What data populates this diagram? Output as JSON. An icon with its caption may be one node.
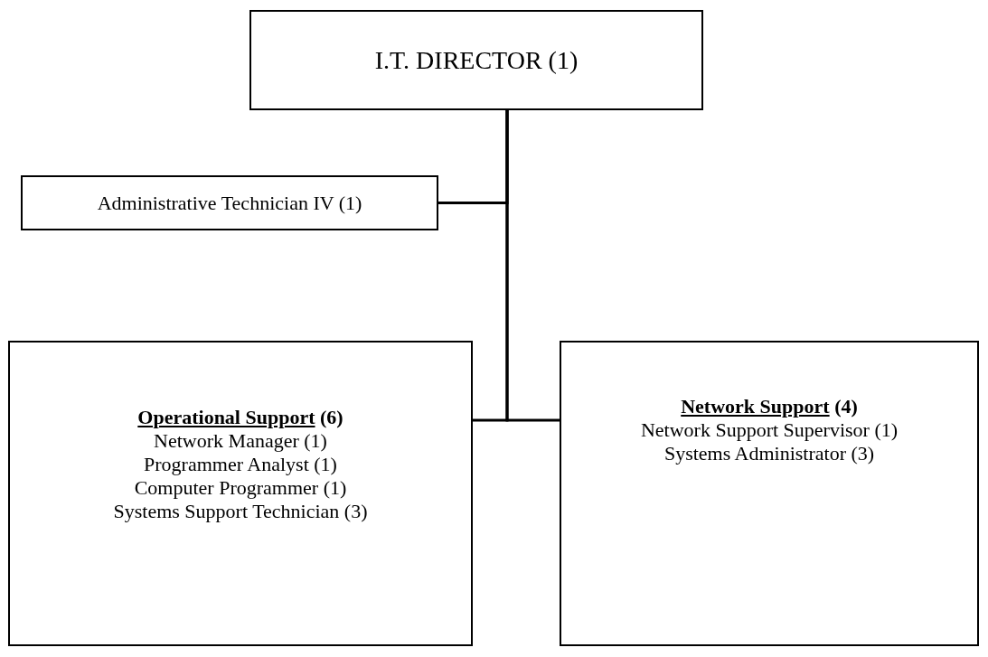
{
  "diagram": {
    "nodes": [
      {
        "text": [
          "I.T. DIRECTOR (1)"
        ]
      },
      {
        "text": [
          "Administrative Technician IV (1)"
        ]
      },
      {
        "text": [
          "Operational Support (6)",
          "Network Manager (1)",
          "Programmer Analyst (1)",
          "Computer Programmer (1)",
          "Systems Support Technician (3)"
        ]
      },
      {
        "text": [
          "Network Support (4)",
          "Network Support Supervisor (1)",
          "Systems Administrator (3)"
        ]
      }
    ],
    "edges": [
      {
        "from": 0,
        "to": 1,
        "arrow": "none"
      },
      {
        "from": 0,
        "to": 2,
        "arrow": "none"
      },
      {
        "from": 0,
        "to": 3,
        "arrow": "none"
      }
    ]
  }
}
